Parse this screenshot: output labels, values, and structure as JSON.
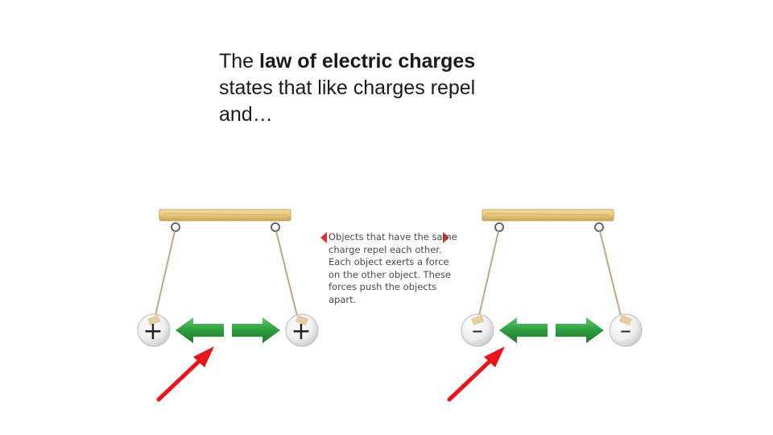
{
  "slide": {
    "text_prefix": "The ",
    "text_bold": "law of electric charges",
    "text_line2": "states that like charges repel",
    "text_line3": "and…"
  },
  "caption": {
    "text": "Objects that have the same charge repel each other. Each object exerts a force on the other object. These forces push the objects apart."
  },
  "charges": {
    "left_a": "+",
    "left_b": "+",
    "right_a": "–",
    "right_b": "–"
  },
  "colors": {
    "arrow_green": "#2e9d3e",
    "pointer_red": "#e8161b",
    "caption_marker": "#d6333a",
    "wood": "#e9cf86"
  },
  "icons": [
    "wooden-bar",
    "hook",
    "string",
    "charged-ball",
    "force-arrow-left",
    "force-arrow-right",
    "red-pointer-arrow",
    "caption-marker-triangle"
  ]
}
